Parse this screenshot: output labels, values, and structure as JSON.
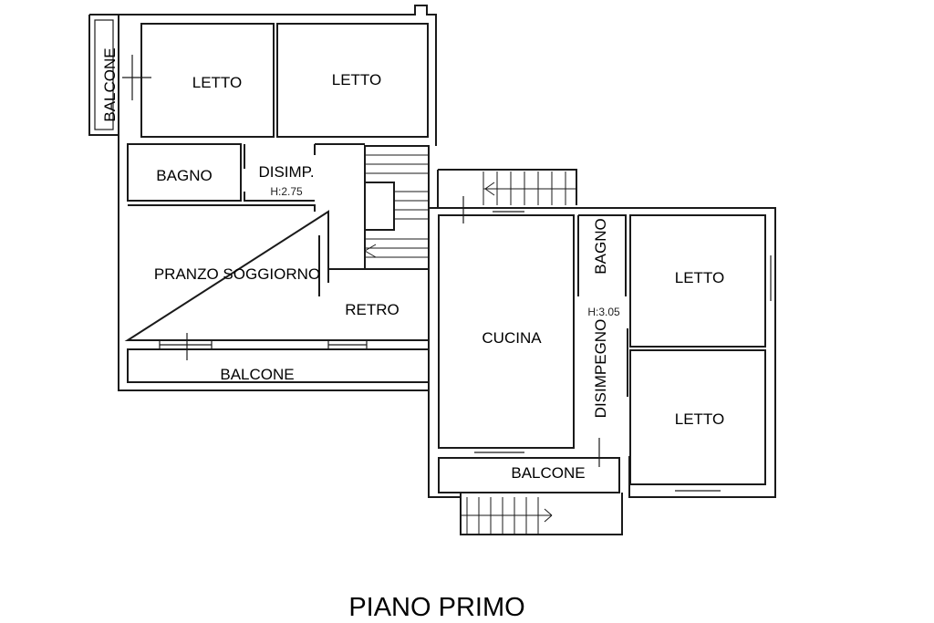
{
  "rooms": {
    "balcone_left": "BALCONE",
    "letto_1": "LETTO",
    "letto_2": "LETTO",
    "bagno_1": "BAGNO",
    "disimp": "DISIMP.",
    "pranzo": "PRANZO SOGGIORNO",
    "retro": "RETRO",
    "balcone_bottom_left": "BALCONE",
    "cucina": "CUCINA",
    "bagno_2": "BAGNO",
    "disimpegno": "DISIMPEGNO",
    "letto_3": "LETTO",
    "letto_4": "LETTO",
    "balcone_bottom_right": "BALCONE"
  },
  "heights": {
    "left": "H:2.75",
    "right": "H:3.05"
  },
  "title": "PIANO PRIMO"
}
